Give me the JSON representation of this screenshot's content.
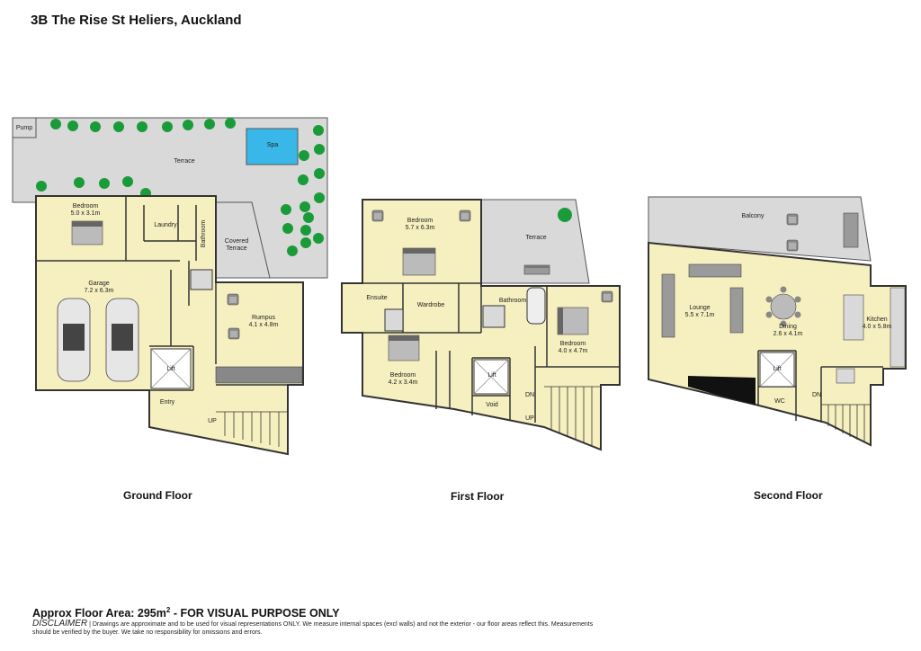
{
  "title": "3B The Rise St Heliers, Auckland",
  "colors": {
    "room": "#f6efbf",
    "outdoor": "#d9d9d9",
    "wall": "#333333",
    "plant": "#1a9b3a",
    "water": "#39b7e8",
    "dark": "#111111"
  },
  "ground_floor": {
    "label": "Ground Floor",
    "rooms": {
      "pump": "Pump",
      "terrace": "Terrace",
      "spa": "Spa",
      "bedroom_name": "Bedroom",
      "bedroom_dim": "5.0 x 3.1m",
      "laundry": "Laundry",
      "bathroom": "Bathroom",
      "covered_terrace_1": "Covered",
      "covered_terrace_2": "Terrace",
      "garage_name": "Garage",
      "garage_dim": "7.2 x 6.3m",
      "rumpus_name": "Rumpus",
      "rumpus_dim": "4.1 x 4.8m",
      "lift": "Lift",
      "entry": "Entry",
      "up": "UP"
    }
  },
  "first_floor": {
    "label": "First Floor",
    "rooms": {
      "bedroom1_name": "Bedroom",
      "bedroom1_dim": "5.7 x 6.3m",
      "terrace": "Terrace",
      "ensuite": "Ensuite",
      "wardrobe": "Wardrobe",
      "bathroom": "Bathroom",
      "bedroom2_name": "Bedroom",
      "bedroom2_dim": "4.0 x 4.7m",
      "bedroom3_name": "Bedroom",
      "bedroom3_dim": "4.2 x 3.4m",
      "lift": "Lift",
      "void": "Void",
      "dn": "DN",
      "up": "UP"
    }
  },
  "second_floor": {
    "label": "Second  Floor",
    "rooms": {
      "balcony": "Balcony",
      "lounge_name": "Lounge",
      "lounge_dim": "5.5 x 7.1m",
      "dining_name": "Dining",
      "dining_dim": "2.6 x 4.1m",
      "kitchen_name": "Kitchen",
      "kitchen_dim": "4.0 x 5.8m",
      "lift": "Lift",
      "wc": "WC",
      "dn": "DN"
    }
  },
  "area": {
    "prefix": "Approx Floor Area: 295m",
    "sup": "2",
    "suffix": " - FOR VISUAL PURPOSE ONLY"
  },
  "disclaimer": {
    "head": "DISCLAIMER",
    "text": " | Drawings are approximate and to be used for visual representations ONLY. We measure internal spaces (excl walls) and not the exterior - our floor areas reflect this. Measurements should be verified by the buyer. We take no responsibility for omissions and errors."
  }
}
